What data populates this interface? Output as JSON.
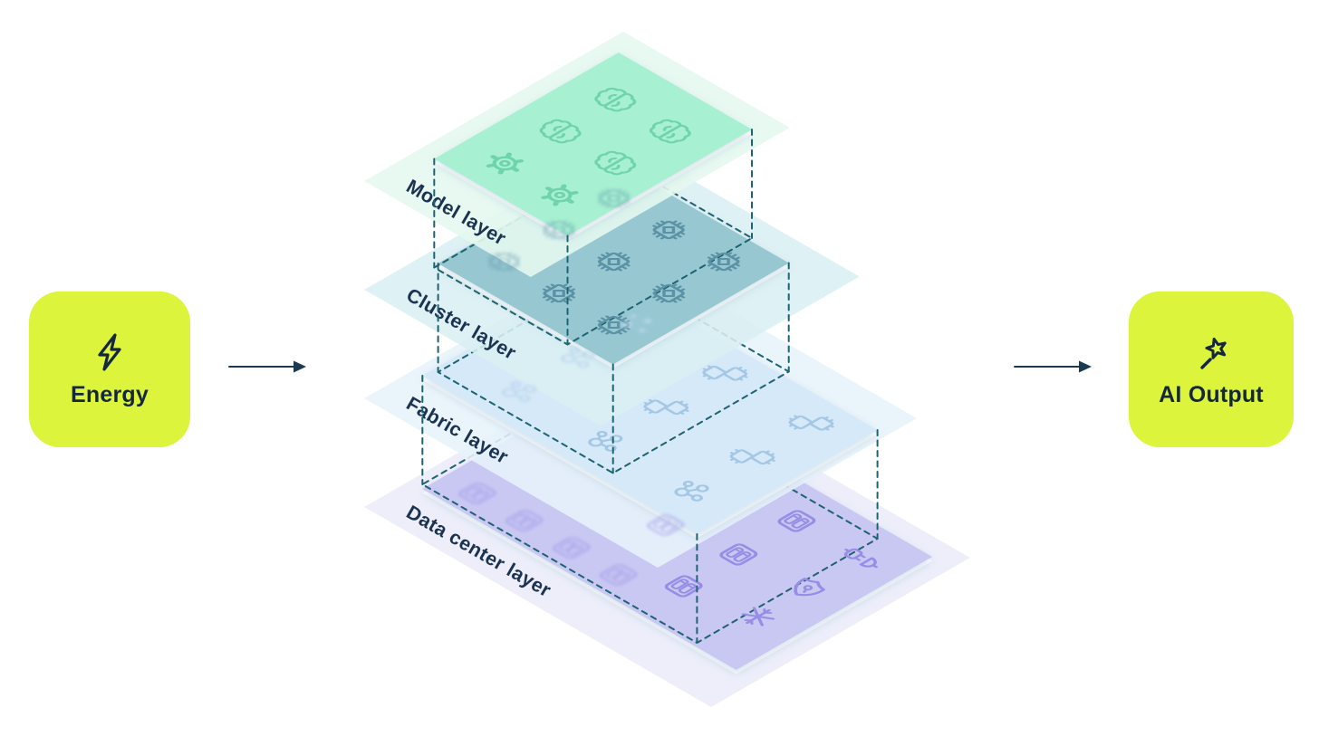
{
  "page": {
    "background": "#ffffff"
  },
  "flow": {
    "input_node": {
      "label": "Energy",
      "icon": "lightning-bolt-icon",
      "bg_color": "#dcf53c",
      "text_color": "#14273d"
    },
    "output_node": {
      "label": "AI Output",
      "icon": "magic-wand-icon",
      "bg_color": "#dcf53c",
      "text_color": "#14273d"
    },
    "arrow_color": "#1b3a52"
  },
  "stack": {
    "label_color": "#1b3350",
    "dashed_line_color": "#1e6372",
    "layers": [
      {
        "id": "model",
        "label": "Model layer",
        "outer_color": "#e4f8f0",
        "inner_color": "#a7f0d2",
        "icon_color": "#6fd4ab",
        "icons": [
          "brain-icon",
          "gear-icon"
        ]
      },
      {
        "id": "cluster",
        "label": "Cluster layer",
        "outer_color": "#d9eff3",
        "inner_color": "#97c8d1",
        "icon_color": "#5b92a6",
        "icons": [
          "ai-chip-icon"
        ]
      },
      {
        "id": "fabric",
        "label": "Fabric layer",
        "outer_color": "#e7f2fb",
        "inner_color": "#d5e9f8",
        "icon_color": "#a4c7e5",
        "icons": [
          "network-nodes-icon",
          "dual-chip-icon"
        ]
      },
      {
        "id": "datacenter",
        "label": "Data center layer",
        "outer_color": "#ebecf9",
        "inner_color": "#c9c8f3",
        "icon_color": "#958de6",
        "icons": [
          "server-icon",
          "power-plug-icon",
          "shield-lock-icon",
          "snowflake-icon"
        ]
      }
    ]
  }
}
